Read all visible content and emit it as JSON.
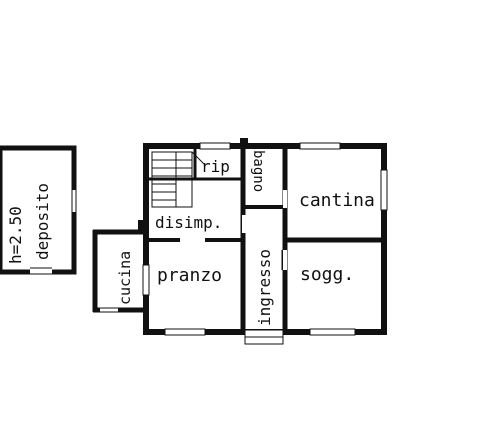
{
  "floor_plan": {
    "rooms": {
      "deposito": "deposito",
      "height_note": "h=2.50",
      "rip": "rip",
      "bagno": "bagno",
      "cantina": "cantina",
      "disimp": "disimp.",
      "cucina": "cucina",
      "pranzo": "pranzo",
      "ingresso": "ingresso",
      "sogg": "sogg."
    }
  }
}
